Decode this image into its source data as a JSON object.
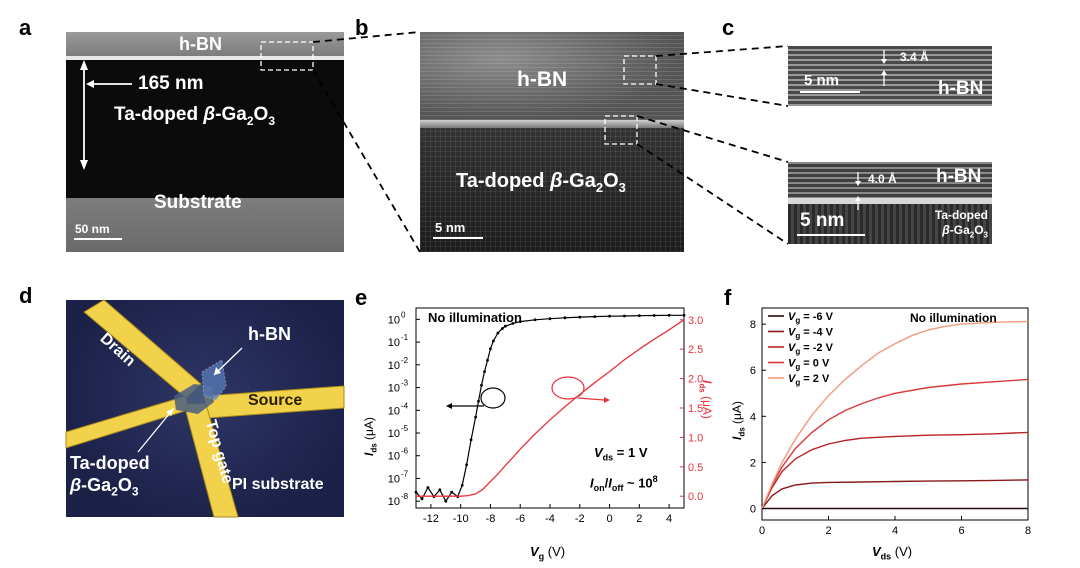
{
  "panels": {
    "a": {
      "letter": "a",
      "hbn": "h-BN",
      "thickness": "165 nm",
      "gao_prefix": "Ta-doped ",
      "gao_beta": "β",
      "gao_formula": "-Ga",
      "gao_sub1": "2",
      "gao_o": "O",
      "gao_sub2": "3",
      "substrate": "Substrate",
      "scalebar": "50 nm"
    },
    "b": {
      "letter": "b",
      "hbn": "h-BN",
      "gao_prefix": "Ta-doped ",
      "gao_beta": "β",
      "gao_formula": "-Ga",
      "gao_sub1": "2",
      "gao_o": "O",
      "gao_sub2": "3",
      "scalebar": "5 nm"
    },
    "c": {
      "letter": "c",
      "top": {
        "spacing": "3.4 Å",
        "scalebar": "5 nm",
        "label": "h-BN"
      },
      "bottom": {
        "spacing": "4.0 Å",
        "scalebar": "5 nm",
        "label": "h-BN",
        "gao_line1": "Ta-doped",
        "gao_beta": "β",
        "gao_formula": "-Ga",
        "gao_sub1": "2",
        "gao_o": "O",
        "gao_sub2": "3"
      }
    },
    "d": {
      "letter": "d",
      "drain": "Drain",
      "source": "Source",
      "top_gate": "Top gate",
      "hbn": "h-BN",
      "gao_line1": "Ta-doped",
      "gao_beta": "β",
      "gao_formula": "-Ga",
      "gao_sub1": "2",
      "gao_o": "O",
      "gao_sub2": "3",
      "substrate": "PI substrate"
    },
    "e": {
      "letter": "e",
      "illum": "No illumination",
      "vds_label": "V",
      "vds_sub": "ds",
      "vds_value": " = 1 V",
      "ratio_I1": "I",
      "ratio_sub1": "on",
      "ratio_slash": "/",
      "ratio_I2": "I",
      "ratio_sub2": "off",
      "ratio_value": " ~ 10",
      "ratio_exp": "8",
      "ylabel_left_I": "I",
      "ylabel_left_sub": "ds",
      "ylabel_left_unit": " (μA)",
      "ylabel_right_I": "I",
      "ylabel_right_sub": "ds",
      "ylabel_right_unit": " (μA)",
      "xlabel_V": "V",
      "xlabel_sub": "g",
      "xlabel_unit": " (V)"
    },
    "f": {
      "letter": "f",
      "illum": "No illumination",
      "ylabel_I": "I",
      "ylabel_sub": "ds",
      "ylabel_unit": " (μA)",
      "xlabel_V": "V",
      "xlabel_sub": "ds",
      "xlabel_unit": " (V)"
    }
  },
  "chart_data": [
    {
      "type": "line",
      "panel": "e",
      "xlabel": "Vg (V)",
      "ylabel": "Ids (μA)",
      "ylabel_right": "Ids (μA)",
      "xlim": [
        -13,
        5
      ],
      "x_ticks": [
        "-12",
        "-10",
        "-8",
        "-6",
        "-4",
        "-2",
        "0",
        "2",
        "4"
      ],
      "ylim_left_log": [
        -8.3,
        0.5
      ],
      "y_ticks_left": [
        {
          "base": "10",
          "exp": "0"
        },
        {
          "base": "10",
          "exp": "-1"
        },
        {
          "base": "10",
          "exp": "-2"
        },
        {
          "base": "10",
          "exp": "-3"
        },
        {
          "base": "10",
          "exp": "-4"
        },
        {
          "base": "10",
          "exp": "-5"
        },
        {
          "base": "10",
          "exp": "-6"
        },
        {
          "base": "10",
          "exp": "-7"
        },
        {
          "base": "10",
          "exp": "-8"
        }
      ],
      "ylim_right": [
        -0.2,
        3.2
      ],
      "y_ticks_right": [
        "0.0",
        "0.5",
        "1.0",
        "1.5",
        "2.0",
        "2.5",
        "3.0"
      ],
      "scale_left": "log",
      "series": [
        {
          "axis": "left",
          "color": "#000000",
          "x": [
            -13,
            -12.6,
            -12.2,
            -11.8,
            -11.4,
            -11,
            -10.6,
            -10.2,
            -9.9,
            -9.6,
            -9.3,
            -9.0,
            -8.8,
            -8.6,
            -8.4,
            -8.2,
            -8.0,
            -7.8,
            -7.5,
            -7.2,
            -7.0,
            -6.5,
            -6.0,
            -5.0,
            -4.0,
            -3.0,
            -2.0,
            -1.0,
            0,
            1,
            2,
            3,
            4,
            5
          ],
          "y_log10": [
            -7.6,
            -7.9,
            -7.4,
            -7.8,
            -7.5,
            -8.0,
            -7.6,
            -7.8,
            -7.3,
            -6.4,
            -5.3,
            -4.3,
            -3.6,
            -2.9,
            -2.3,
            -1.8,
            -1.3,
            -0.95,
            -0.6,
            -0.4,
            -0.3,
            -0.18,
            -0.1,
            -0.02,
            0.03,
            0.07,
            0.1,
            0.12,
            0.14,
            0.15,
            0.16,
            0.17,
            0.18,
            0.18
          ]
        },
        {
          "axis": "right",
          "color": "#e8323a",
          "x": [
            -13,
            -12,
            -11,
            -10,
            -9.5,
            -9,
            -8.5,
            -8,
            -7.5,
            -7,
            -6.5,
            -6,
            -5,
            -4,
            -3,
            -2,
            -1,
            0,
            1,
            2,
            3,
            4,
            5
          ],
          "y": [
            0.0,
            0.0,
            0.0,
            0.0,
            0.01,
            0.04,
            0.12,
            0.25,
            0.38,
            0.52,
            0.66,
            0.8,
            1.06,
            1.3,
            1.52,
            1.73,
            1.93,
            2.12,
            2.32,
            2.5,
            2.67,
            2.83,
            3.0
          ]
        }
      ],
      "annotations": [
        "No illumination",
        "Vds = 1 V",
        "Ion/Ioff ~ 10^8"
      ]
    },
    {
      "type": "line",
      "panel": "f",
      "xlabel": "Vds (V)",
      "ylabel": "Ids (μA)",
      "xlim": [
        0,
        8
      ],
      "x_ticks": [
        "0",
        "2",
        "4",
        "6",
        "8"
      ],
      "ylim": [
        -0.5,
        8.7
      ],
      "y_ticks": [
        "0",
        "2",
        "4",
        "6",
        "8"
      ],
      "legend_position": "top-left",
      "series": [
        {
          "name": "-6 V",
          "prefix": "V",
          "sub": "g",
          "value": " = -6 V",
          "color": "#2b0c0c",
          "x": [
            0,
            1,
            2,
            3,
            4,
            5,
            6,
            7,
            8
          ],
          "y": [
            0,
            0,
            0,
            0,
            0,
            0,
            0,
            0,
            0
          ]
        },
        {
          "name": "-4 V",
          "prefix": "V",
          "sub": "g",
          "value": " = -4 V",
          "color": "#8a1a1a",
          "x": [
            0,
            0.3,
            0.6,
            1,
            1.5,
            2,
            3,
            4,
            5,
            6,
            7,
            8
          ],
          "y": [
            0,
            0.55,
            0.85,
            1.02,
            1.1,
            1.13,
            1.15,
            1.17,
            1.19,
            1.2,
            1.22,
            1.24
          ]
        },
        {
          "name": "-2 V",
          "prefix": "V",
          "sub": "g",
          "value": " = -2 V",
          "color": "#b82424",
          "x": [
            0,
            0.3,
            0.6,
            1,
            1.5,
            2,
            2.5,
            3,
            4,
            5,
            6,
            7,
            8
          ],
          "y": [
            0,
            0.9,
            1.6,
            2.15,
            2.55,
            2.8,
            2.95,
            3.05,
            3.13,
            3.18,
            3.2,
            3.24,
            3.3
          ]
        },
        {
          "name": "0 V",
          "prefix": "V",
          "sub": "g",
          "value": " = 0 V",
          "color": "#d9383a",
          "x": [
            0,
            0.3,
            0.6,
            1,
            1.5,
            2,
            2.5,
            3,
            3.5,
            4,
            5,
            6,
            7,
            8
          ],
          "y": [
            0,
            1.0,
            1.8,
            2.6,
            3.3,
            3.85,
            4.25,
            4.55,
            4.8,
            5.0,
            5.25,
            5.4,
            5.5,
            5.6
          ]
        },
        {
          "name": "2 V",
          "prefix": "V",
          "sub": "g",
          "value": " = 2 V",
          "color": "#f29a7a",
          "x": [
            0,
            0.3,
            0.6,
            1,
            1.5,
            2,
            2.5,
            3,
            3.5,
            4,
            4.5,
            5,
            5.5,
            6,
            7,
            8
          ],
          "y": [
            0,
            1.05,
            2.0,
            3.0,
            4.05,
            4.9,
            5.6,
            6.2,
            6.75,
            7.15,
            7.5,
            7.75,
            7.9,
            8.0,
            8.08,
            8.12
          ]
        }
      ],
      "annotations": [
        "No illumination"
      ]
    }
  ]
}
